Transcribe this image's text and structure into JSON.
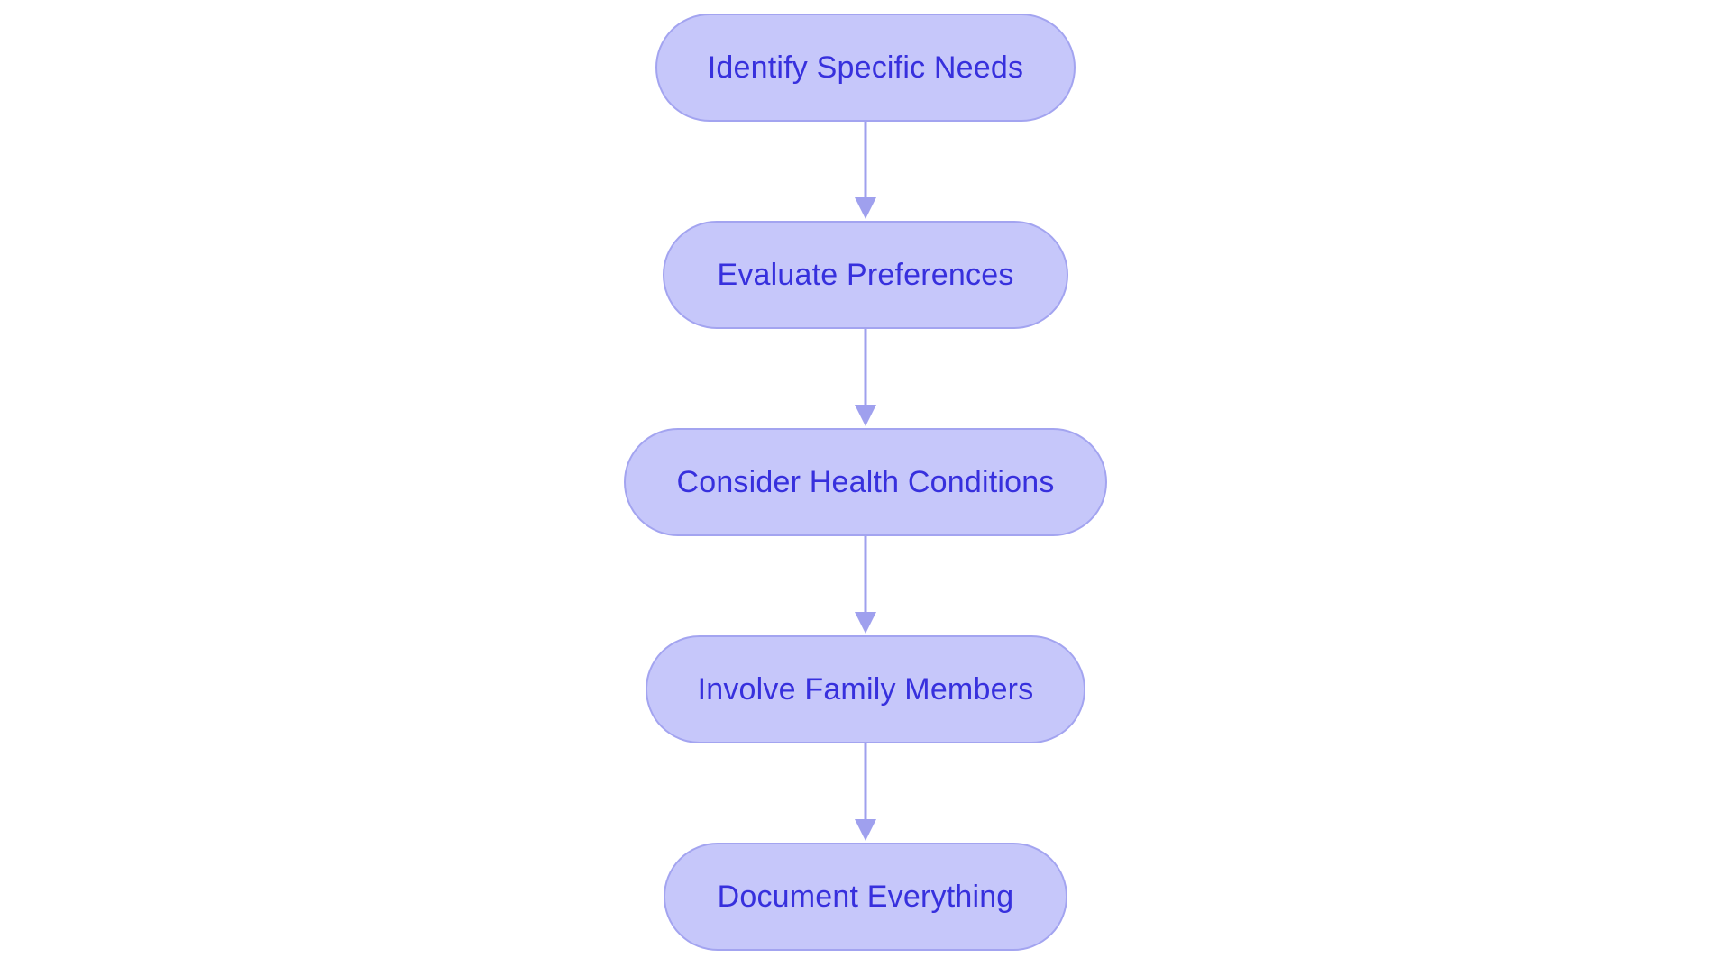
{
  "diagram": {
    "type": "flowchart",
    "orientation": "vertical-top-down",
    "background_color": "#ffffff",
    "node_fill_color": "#c6c7fa",
    "node_border_color": "#a3a4f0",
    "node_text_color": "#3730dd",
    "connector_color": "#9fa0ee",
    "nodes": [
      {
        "id": "n1",
        "label": "Identify Specific Needs"
      },
      {
        "id": "n2",
        "label": "Evaluate Preferences"
      },
      {
        "id": "n3",
        "label": "Consider Health Conditions"
      },
      {
        "id": "n4",
        "label": "Involve Family Members"
      },
      {
        "id": "n5",
        "label": "Document Everything"
      }
    ],
    "edges": [
      {
        "from": "n1",
        "to": "n2",
        "label": "",
        "arrow": "down-arrow-icon"
      },
      {
        "from": "n2",
        "to": "n3",
        "label": "",
        "arrow": "down-arrow-icon"
      },
      {
        "from": "n3",
        "to": "n4",
        "label": "",
        "arrow": "down-arrow-icon"
      },
      {
        "from": "n4",
        "to": "n5",
        "label": "",
        "arrow": "down-arrow-icon"
      }
    ]
  }
}
